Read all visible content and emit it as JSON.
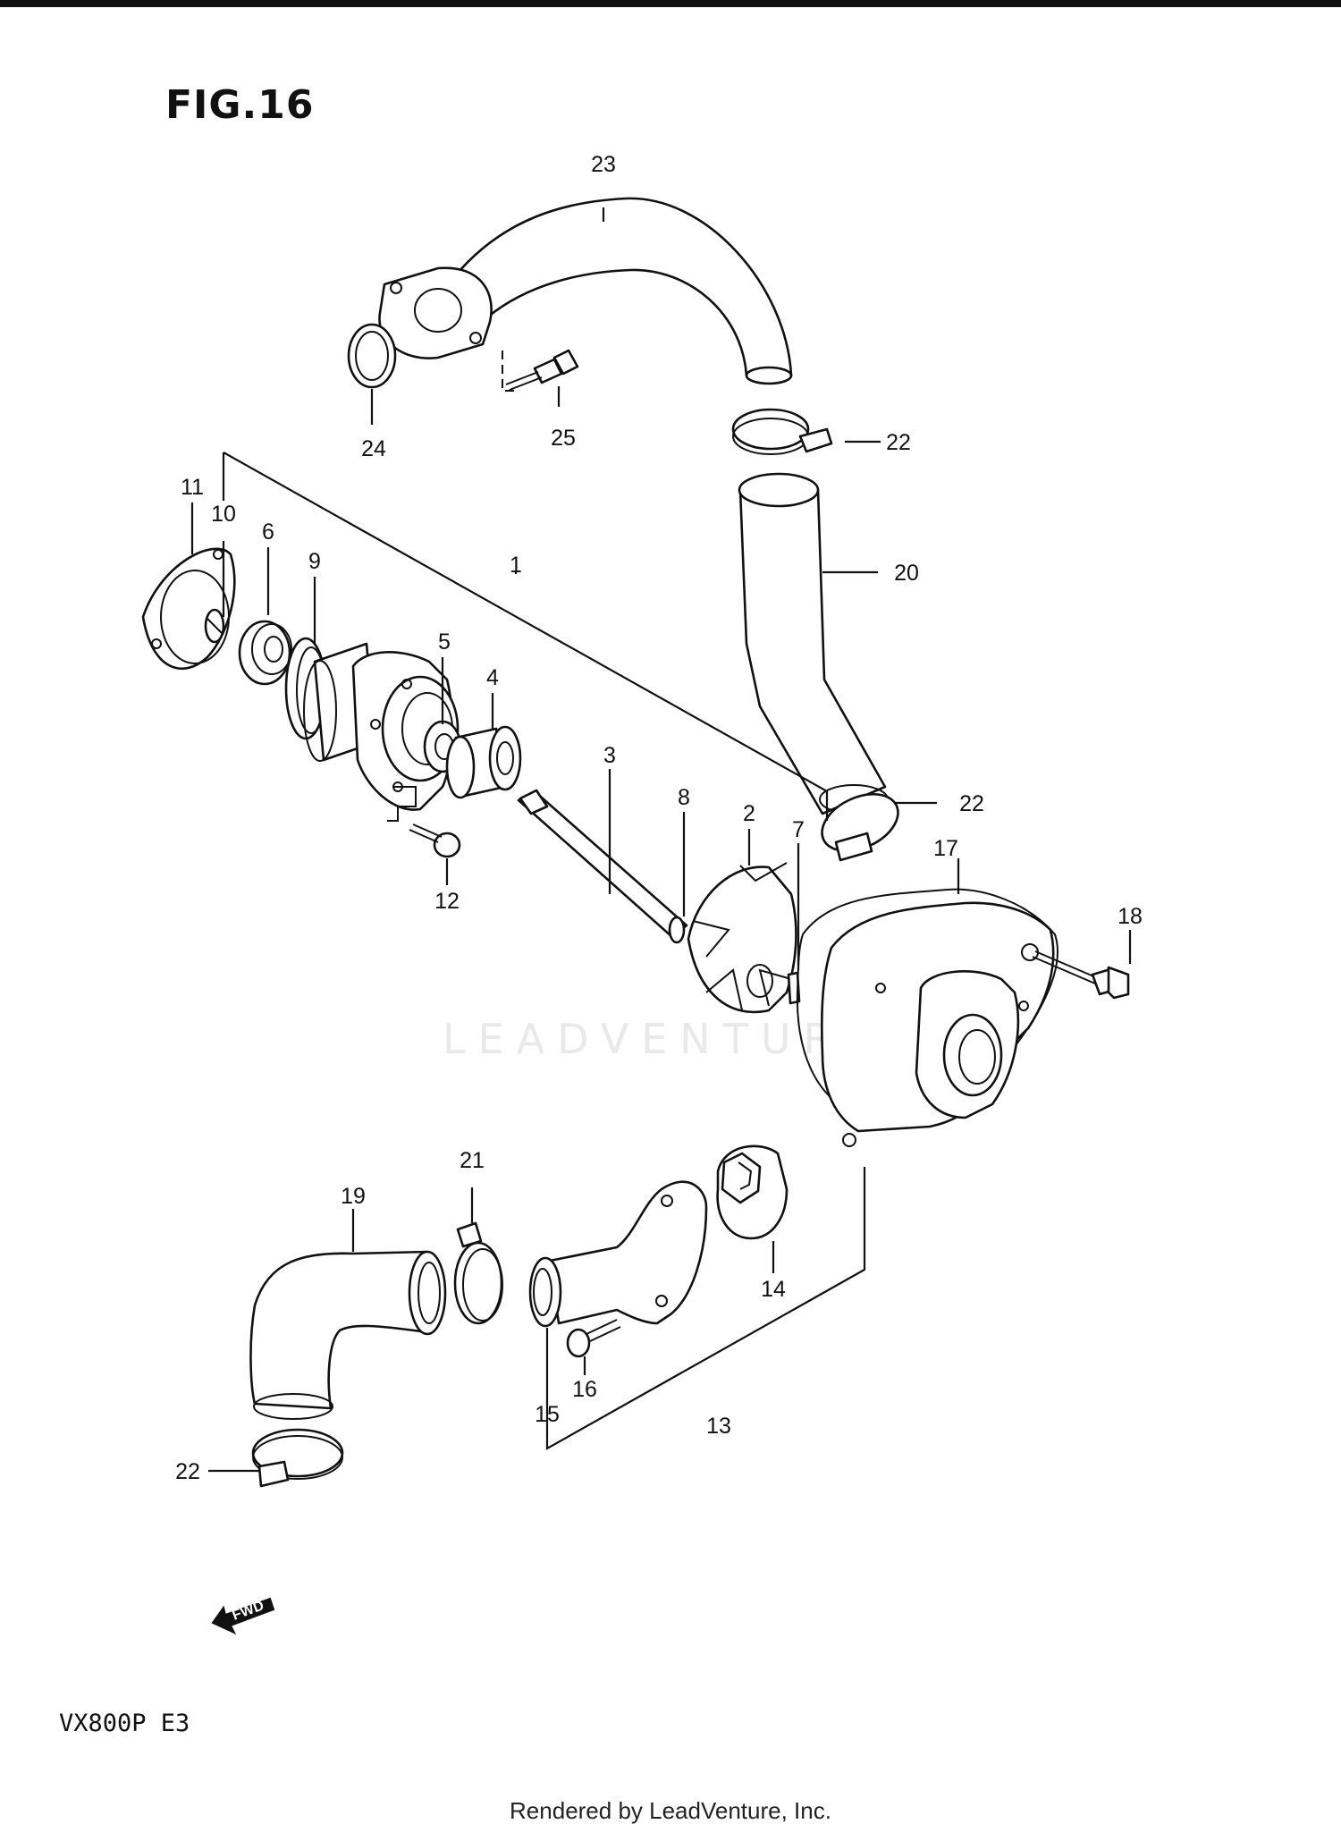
{
  "figure_title": "FIG.16",
  "model_code": "VX800P  E3",
  "watermark": "LEADVENTURE",
  "footer": "Rendered by LeadVenture, Inc.",
  "direction_label": "FWD",
  "callouts": {
    "c1": "1",
    "c2": "2",
    "c3": "3",
    "c4": "4",
    "c5": "5",
    "c6": "6",
    "c7": "7",
    "c8": "8",
    "c9": "9",
    "c10": "10",
    "c11": "11",
    "c12": "12",
    "c13": "13",
    "c14": "14",
    "c15": "15",
    "c16": "16",
    "c17": "17",
    "c18": "18",
    "c19": "19",
    "c20": "20",
    "c21": "21",
    "c22a": "22",
    "c22b": "22",
    "c22c": "22",
    "c23": "23",
    "c24": "24",
    "c25": "25"
  }
}
